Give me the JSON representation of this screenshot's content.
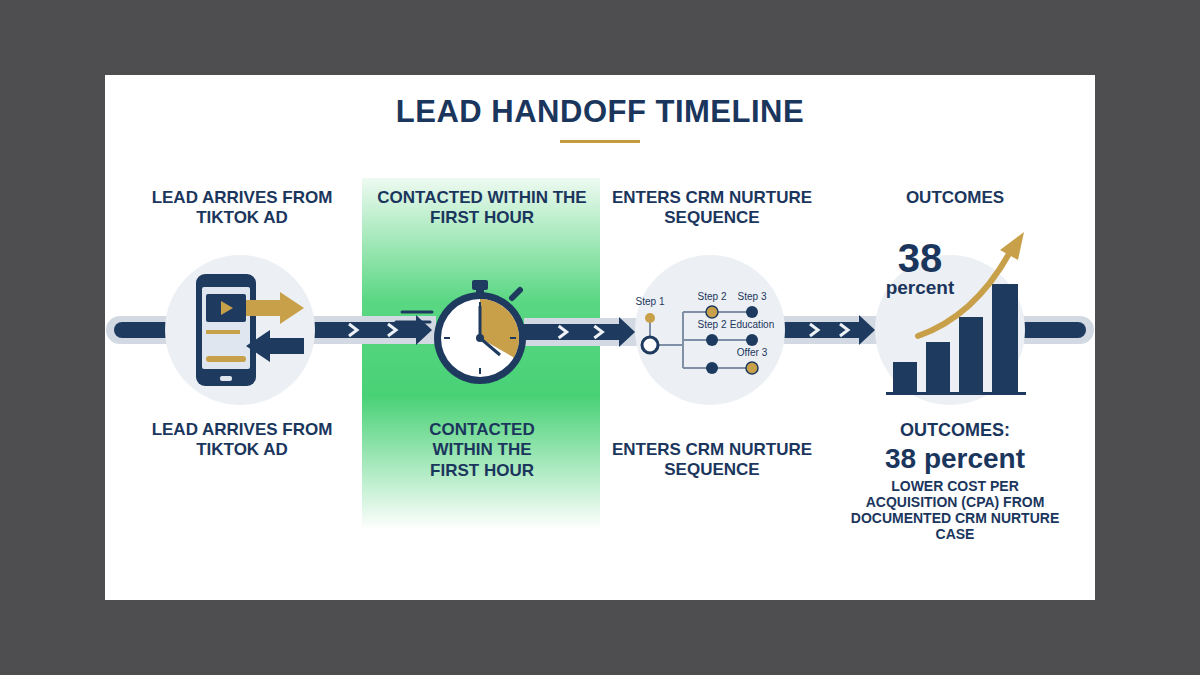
{
  "diagram": {
    "title": "LEAD HANDOFF TIMELINE",
    "nodes": [
      {
        "text": [
          "LEAD ARRIVES FROM TIKTOK AD",
          "LEAD ARRIVES FROM TIKTOK AD"
        ]
      },
      {
        "text": [
          "CONTACTED WITHIN THE FIRST HOUR",
          "CONTACTED WITHIN THE FIRST HOUR"
        ]
      },
      {
        "text": [
          "ENTERS CRM NURTURE SEQUENCE",
          "ENTERS CRM NURTURE SEQUENCE"
        ]
      },
      {
        "text": [
          "OUTCOMES",
          "38 percent",
          "OUTCOMES:",
          "38 percent",
          "LOWER COST PER ACQUISITION (CPA) FROM DOCUMENTED CRM NURTURE CASE"
        ]
      }
    ],
    "edges": [
      {
        "from": 0,
        "to": 1,
        "arrow": "to"
      },
      {
        "from": 1,
        "to": 2,
        "arrow": "to"
      },
      {
        "from": 2,
        "to": 3,
        "arrow": "to"
      }
    ],
    "labels": [
      "Step 1",
      "Step 2",
      "Step 3",
      "Step 2",
      "Education",
      "Offer 3"
    ]
  }
}
